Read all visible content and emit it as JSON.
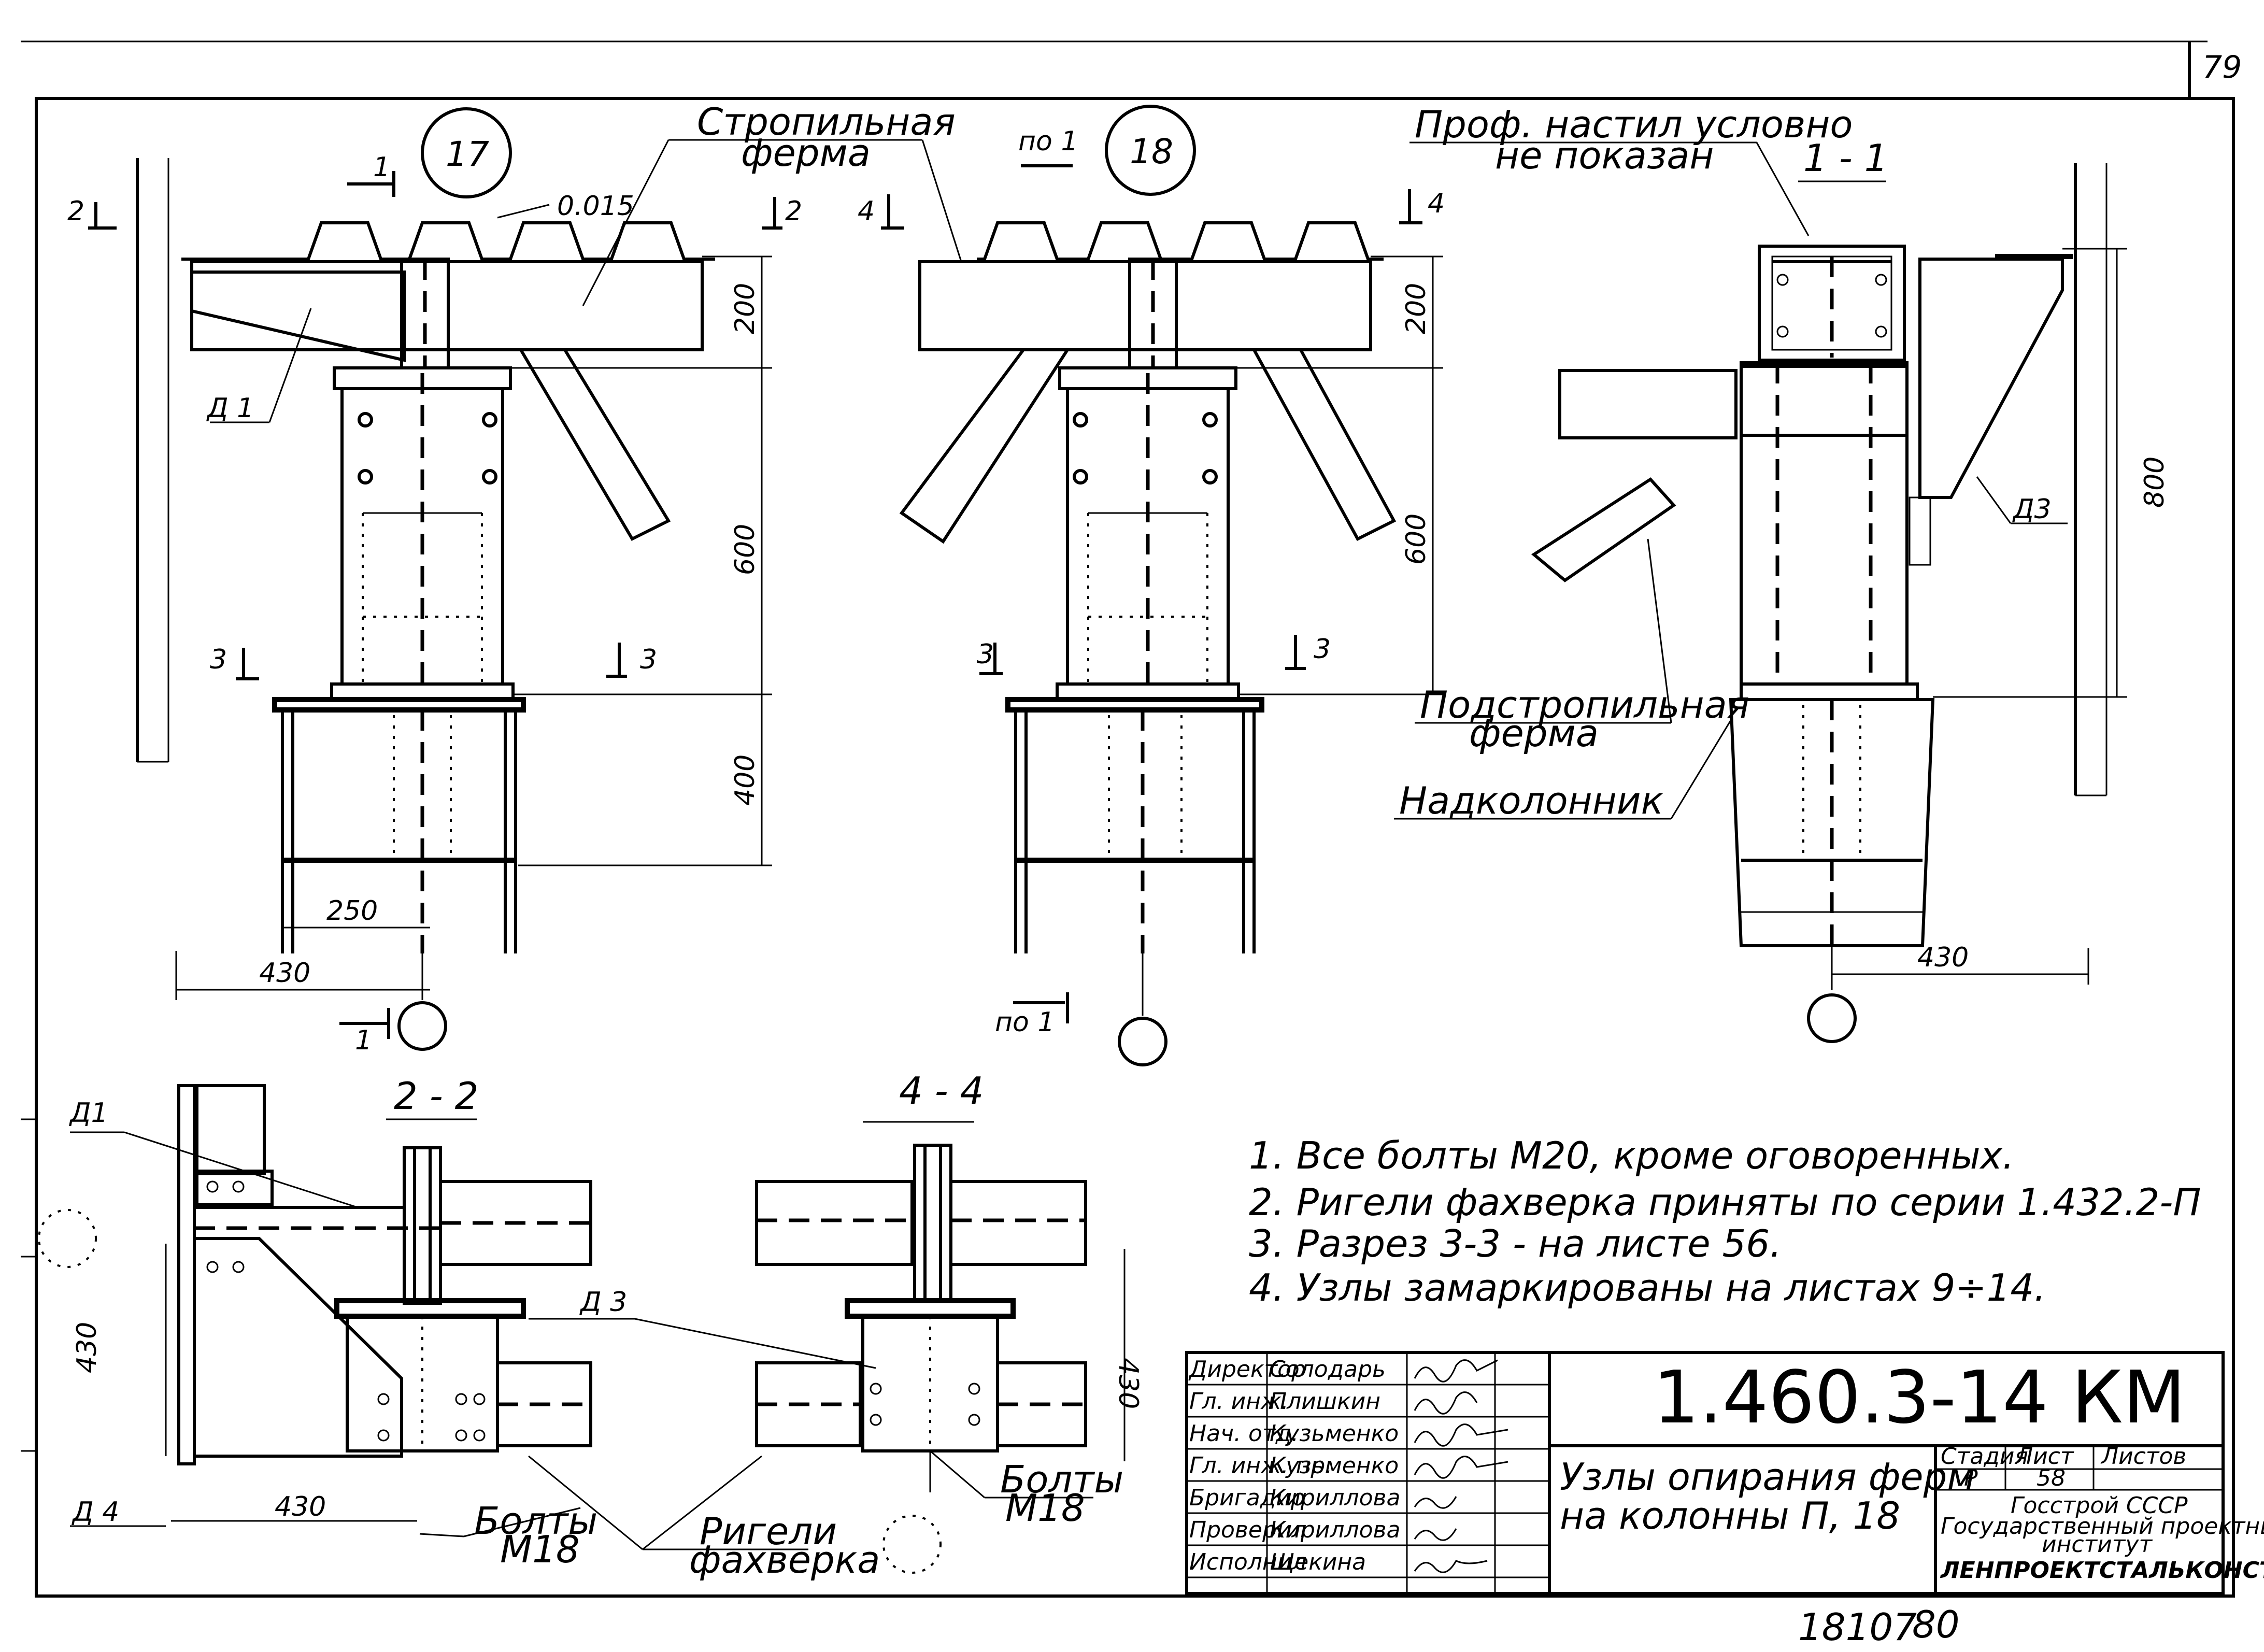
{
  "sheet": {
    "page_number": "79",
    "archive_number": "18107",
    "archive_suffix": "80",
    "nodes": [
      "17",
      "18"
    ],
    "node_pointer_left": "по 1",
    "node_pointer_bottom": "по 1"
  },
  "labels": {
    "rafter_truss_line1": "Стропильная",
    "rafter_truss_line2": "ферма",
    "deck_line1": "Проф. настил условно",
    "deck_line2": "не показан",
    "subrafter_line1": "Подстропильная",
    "subrafter_line2": "ферма",
    "over_column": "Надколонник",
    "bolts_left_line1": "Болты",
    "bolts_left_line2": "М18",
    "bolts_right_line1": "Болты",
    "bolts_right_line2": "М18",
    "girders_line1": "Ригели",
    "girders_line2": "фахверка",
    "slope": "0.015",
    "d1": "Д 1",
    "d1b": "Д1",
    "d3": "Д 3",
    "d3b": "Д3",
    "d4": "Д 4",
    "sec_mark_1": "1",
    "sec_mark_2": "2",
    "sec_mark_3": "3",
    "sec_mark_4": "4"
  },
  "sections": {
    "s11": "1 - 1",
    "s22": "2 - 2",
    "s44": "4 - 4"
  },
  "dimensions": {
    "d200": "200",
    "d600": "600",
    "d400": "400",
    "d800": "800",
    "d250": "250",
    "d430": "430"
  },
  "notes": [
    "1. Все болты М20, кроме оговоренных.",
    "2. Ригели фахверка приняты по серии 1.432.2-П",
    "3. Разрез 3-3 - на листе 56.",
    "4. Узлы замаркированы на листах 9÷14."
  ],
  "title_block": {
    "code": "1.460.3-14 КМ",
    "title_line1": "Узлы опирания ферм",
    "title_line2": "на колонны  П, 18",
    "headers": [
      "Стадия",
      "Лист",
      "Листов"
    ],
    "stage": "Р",
    "sheet": "58",
    "sheets_total": "",
    "org_line1": "Госстрой СССР",
    "org_line2": "Государственный проектный",
    "org_line3": "институт",
    "org_line4": "ЛЕНПРОЕКТСТАЛЬКОНСТРУКЦИЯ",
    "roles": [
      {
        "role": "Директор",
        "name": "Солодарь"
      },
      {
        "role": "Гл. инж.",
        "name": "Плишкин"
      },
      {
        "role": "Нач. отд.",
        "name": "Кузьменко"
      },
      {
        "role": "Гл. инж. пр.",
        "name": "Кузьменко"
      },
      {
        "role": "Бригадир",
        "name": "Кириллова"
      },
      {
        "role": "Проверил",
        "name": "Кириллова"
      },
      {
        "role": "Исполнил",
        "name": "Щекина"
      }
    ]
  }
}
